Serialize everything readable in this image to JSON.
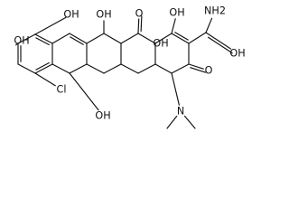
{
  "structure": {
    "labels": {
      "oh_9": "OH",
      "oh_10": "OH",
      "oh_11": "OH",
      "o_12": "O",
      "oh_12a": "OH",
      "oh_1": "OH",
      "nh2": "NH2",
      "amide_oh": "OH",
      "o_3": "O",
      "cl_7": "Cl",
      "oh_6": "OH",
      "n_dimethyl": "N"
    }
  }
}
